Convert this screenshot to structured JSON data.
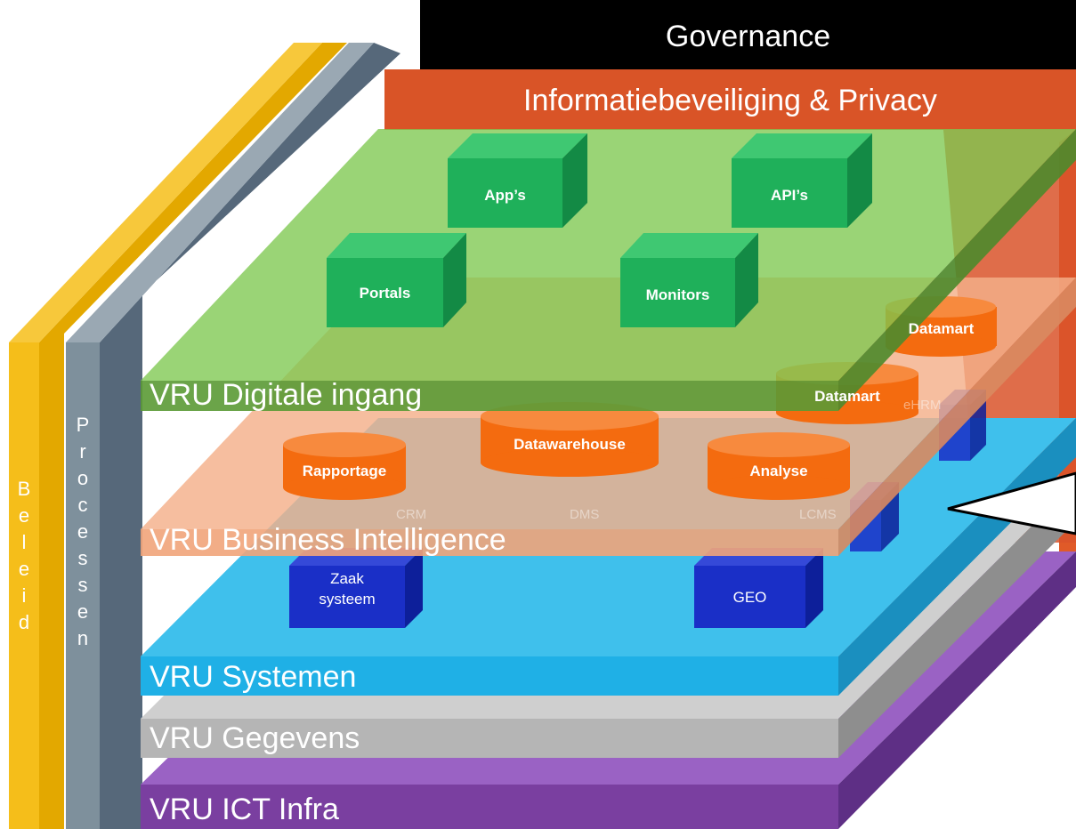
{
  "top_bars": {
    "governance": "Governance",
    "security": "Informatiebeveiliging & Privacy"
  },
  "side_bars": {
    "beleid": [
      "B",
      "e",
      "l",
      "e",
      "i",
      "d"
    ],
    "processen": [
      "P",
      "r",
      "o",
      "c",
      "e",
      "s",
      "s",
      "e",
      "n"
    ]
  },
  "layers": {
    "digital": "VRU Digitale ingang",
    "bi": "VRU Business Intelligence",
    "systems": "VRU Systemen",
    "data": "VRU Gegevens",
    "infra": "VRU ICT Infra"
  },
  "digital_boxes": {
    "apps": "App’s",
    "apis": "API’s",
    "portals": "Portals",
    "monitors": "Monitors"
  },
  "bi_cylinders": {
    "rapportage": "Rapportage",
    "datawarehouse": "Datawarehouse",
    "analyse": "Analyse",
    "datamart1": "Datamart",
    "datamart2": "Datamart"
  },
  "system_boxes": {
    "zaak": "Zaak systeem",
    "geo": "GEO"
  },
  "ghost_systems": {
    "crm": "CRM",
    "dms": "DMS",
    "lcms": "LCMS",
    "ehrm": "eHRM"
  },
  "colors": {
    "governance": "#000000",
    "security": "#d95427",
    "beleid": "#f5be1a",
    "processen": "#7e909c",
    "digital": "#7bc043",
    "bi": "#f1a47a",
    "systems": "#29b6e8",
    "data": "#b5b5b5",
    "infra": "#7a3fa0",
    "green_box": "#1fb05a",
    "orange_cyl": "#f46b0f",
    "blue_box": "#1a2fc7"
  }
}
